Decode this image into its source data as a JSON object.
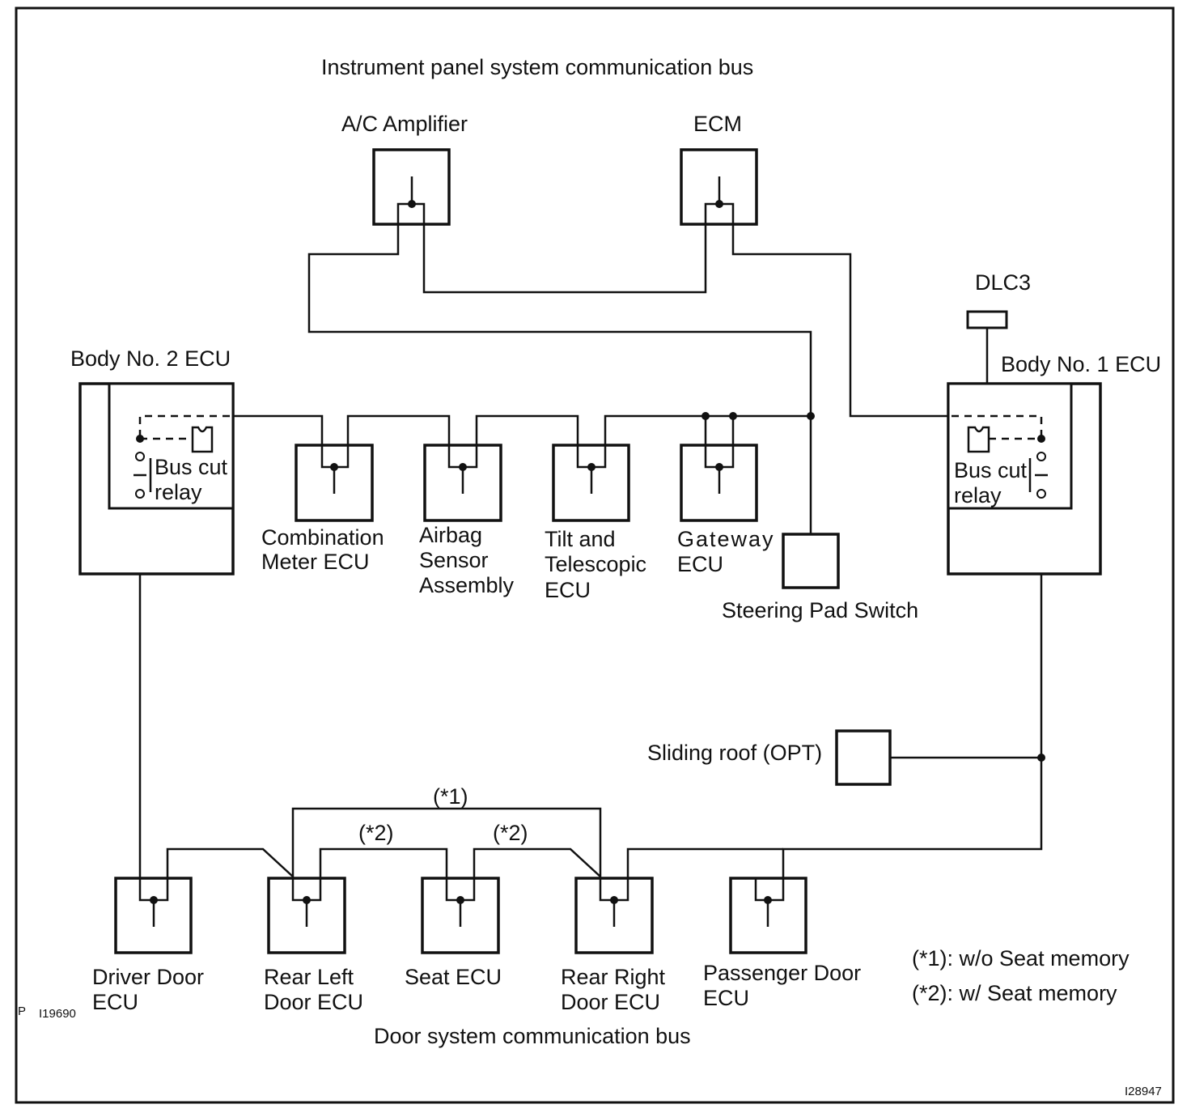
{
  "title": "Instrument panel system communication bus",
  "bottom_title": "Door system communication bus",
  "nodes": {
    "ac_amplifier": "A/C Amplifier",
    "ecm": "ECM",
    "dlc3": "DLC3",
    "body_no2": "Body No. 2 ECU",
    "body_no1": "Body No. 1 ECU",
    "combination_meter": [
      "Combination",
      "Meter ECU"
    ],
    "airbag_sensor": [
      "Airbag",
      "Sensor",
      "Assembly"
    ],
    "tilt_telescopic": [
      "Tilt and",
      "Telescopic",
      "ECU"
    ],
    "gateway": [
      "Gateway",
      "ECU"
    ],
    "steering_pad": "Steering Pad Switch",
    "sliding_roof": "Sliding roof (OPT)",
    "driver_door": [
      "Driver Door",
      "ECU"
    ],
    "rear_left_door": [
      "Rear Left",
      "Door ECU"
    ],
    "seat_ecu": "Seat ECU",
    "rear_right_door": [
      "Rear Right",
      "Door ECU"
    ],
    "passenger_door": [
      "Passenger Door",
      "ECU"
    ]
  },
  "relay": {
    "left": [
      "Bus cut",
      "relay"
    ],
    "right": [
      "Bus cut",
      "relay"
    ]
  },
  "markers": {
    "m1": "(*1)",
    "m2a": "(*2)",
    "m2b": "(*2)"
  },
  "legend": [
    "(*1): w/o Seat memory",
    "(*2): w/ Seat memory"
  ],
  "codes": {
    "p": "P",
    "left": "I19690",
    "right": "I28947"
  }
}
